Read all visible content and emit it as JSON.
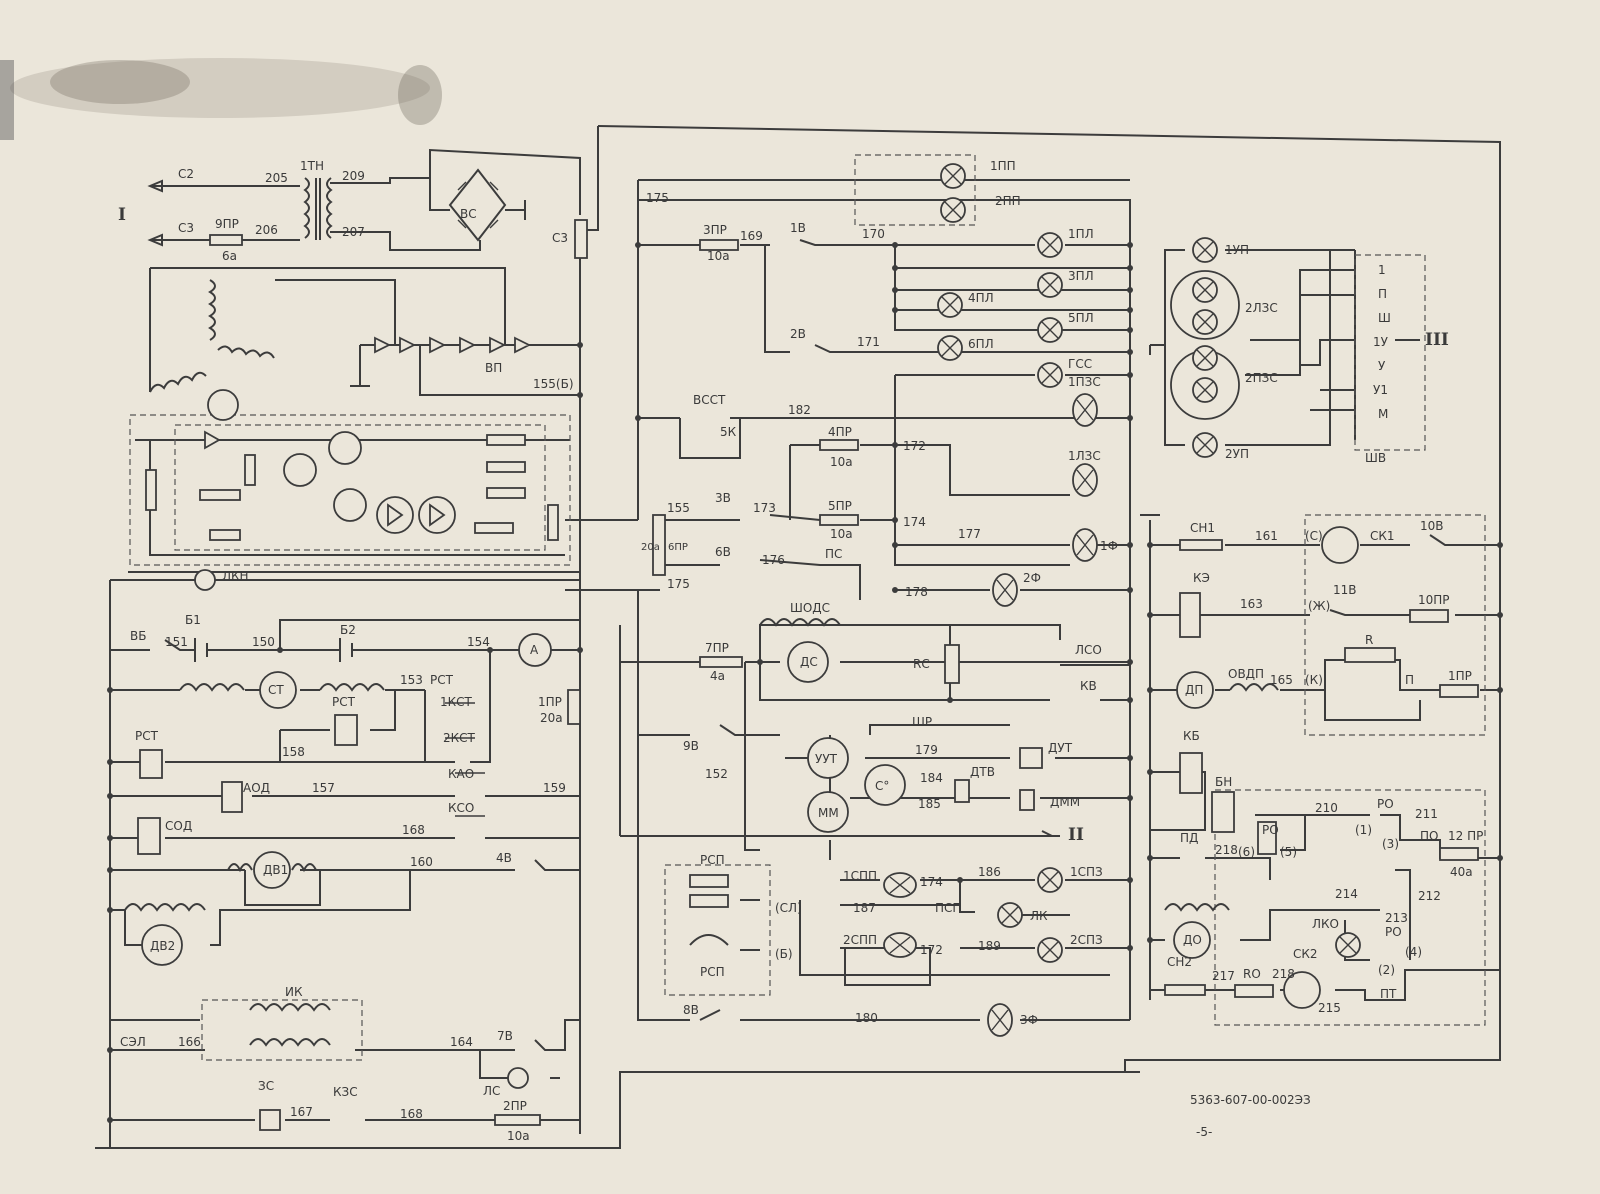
{
  "sheet": {
    "roman_I": "I",
    "roman_II": "II",
    "roman_III": "III",
    "doc_number": "5363-607-00-002ЭЗ",
    "page": "-5-"
  },
  "labels": {
    "c2": "С2",
    "c3a": "С3",
    "c3b": "С3",
    "tn1": "1ТН",
    "w205": "205",
    "w206": "206",
    "w207": "207",
    "w209": "209",
    "pr9": "9ПР",
    "a6": "6а",
    "vs": "ВС",
    "vp": "ВП",
    "w155b": "155(Б)",
    "lkn": "ЛКН",
    "vb": "ВБ",
    "b1": "Б1",
    "b2": "Б2",
    "w151": "151",
    "w150": "150",
    "w154": "154",
    "ammeter": "А",
    "st": "СТ",
    "w153": "153",
    "rst1": "РСТ",
    "rst2": "РСТ",
    "rst3": "РСТ",
    "kst1": "1КСТ",
    "kst2": "2КСТ",
    "w158": "158",
    "aod": "АОД",
    "w157": "157",
    "kao": "КАО",
    "w159": "159",
    "kso": "КСО",
    "sod": "СОД",
    "w168": "168",
    "dv1": "ДВ1",
    "w160": "160",
    "v4": "4В",
    "dv2": "ДВ2",
    "ik": "ИК",
    "sel": "СЭЛ",
    "w166": "166",
    "w164": "164",
    "v7": "7В",
    "ls": "ЛС",
    "zs": "ЗС",
    "kzs": "КЗС",
    "w167": "167",
    "w168b": "168",
    "pr2": "2ПР",
    "a10_2": "10а",
    "pr1": "1ПР",
    "a20": "20а",
    "w175a": "175",
    "pr3": "3ПР",
    "a10_3": "10а",
    "w169": "169",
    "v1": "1В",
    "w170": "170",
    "v2": "2В",
    "w171": "171",
    "pp1": "1ПП",
    "pp2": "2ПП",
    "pl1": "1ПЛ",
    "pl3": "3ПЛ",
    "pl4": "4ПЛ",
    "pl5": "5ПЛ",
    "pl6": "6ПЛ",
    "gss": "ГСС",
    "pzs1": "1ПЗС",
    "lzs1": "1ЛЗС",
    "f1": "1Ф",
    "f2": "2Ф",
    "vsst": "ВССТ",
    "k5": "5К",
    "w182": "182",
    "pr4": "4ПР",
    "a10_4": "10а",
    "w172": "172",
    "v3": "3В",
    "w173": "173",
    "pr5": "5ПР",
    "a10_5": "10а",
    "w174": "174",
    "w155": "155",
    "a20b": "20а",
    "pr6": "6ПР",
    "w175b": "175",
    "v6": "6В",
    "w176": "176",
    "ps": "ПС",
    "w177": "177",
    "w178": "178",
    "shods": "ШОДС",
    "ds": "ДС",
    "pr7": "7ПР",
    "a4": "4а",
    "rs": "RС",
    "lso": "ЛСО",
    "kv": "КВ",
    "v9": "9В",
    "w152": "152",
    "shr": "ШР",
    "uut": "УУТ",
    "w179": "179",
    "dut": "ДУТ",
    "co": "С°",
    "w184": "184",
    "dtv": "ДТВ",
    "mm": "ММ",
    "w185": "185",
    "dmm": "ДММ",
    "rsp1": "РСП",
    "rsp2": "РСП",
    "sl": "(СЛ)",
    "b_term": "(Б)",
    "spp1": "1СПП",
    "w174b": "174",
    "w186": "186",
    "sps1": "1СПЗ",
    "w187": "187",
    "psp": "ПСП",
    "lk": "ЛК",
    "spp2": "2СПП",
    "w172b": "172",
    "w189": "189",
    "sps2": "2СПЗ",
    "v8": "8В",
    "w180": "180",
    "f3": "3Ф",
    "up1": "1УП",
    "lzs2": "2ЛЗС",
    "pzs2": "2ПЗС",
    "up2": "2УП",
    "shv": "ШВ",
    "t1": "1",
    "tp": "П",
    "tsh": "Ш",
    "t1u": "1У",
    "tu": "У",
    "tu1": "У1",
    "tm": "М",
    "sn1": "СН1",
    "w161": "161",
    "s_c": "(С)",
    "sk1": "СК1",
    "v10": "10В",
    "ke": "КЭ",
    "w163": "163",
    "s_zh": "(Ж)",
    "v11": "11В",
    "pr10": "10ПР",
    "dp": "ДП",
    "ovdp": "ОВДП",
    "w165": "165",
    "s_k": "(К)",
    "r_box": "R",
    "p_box": "П",
    "pr1b": "1ПР",
    "kb": "КБ",
    "bn": "БН",
    "pd": "ПД",
    "w218": "218",
    "s6": "(6)",
    "s5": "(5)",
    "ro1": "РО",
    "w210": "210",
    "ro2": "РО",
    "w211": "211",
    "s1": "(1)",
    "s3": "(3)",
    "po": "ПО",
    "pr12": "12 ПР",
    "a40": "40а",
    "w212": "212",
    "w214": "214",
    "do": "ДО",
    "lko": "ЛКО",
    "w213": "213",
    "ro3": "РО",
    "s2": "(2)",
    "s4": "(4)",
    "sn2": "СН2",
    "w217": "217",
    "ro4": "RО",
    "w218b": "218",
    "sk2": "СК2",
    "pt": "ПТ",
    "w215": "215"
  }
}
